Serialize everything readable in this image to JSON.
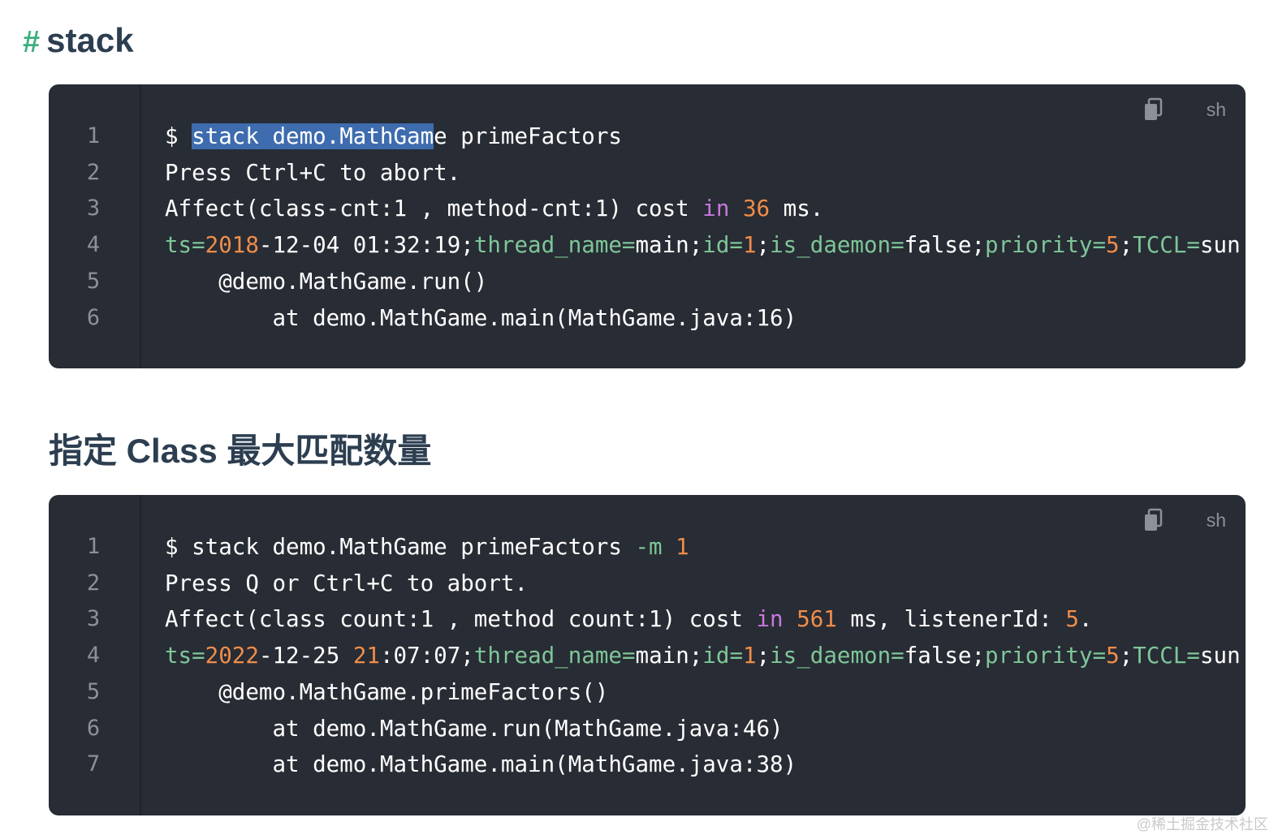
{
  "section_title": {
    "hash": "#",
    "text": "stack"
  },
  "subsection_title": "指定 Class 最大匹配数量",
  "code_block_1": {
    "language": "sh",
    "line_numbers": [
      "1",
      "2",
      "3",
      "4",
      "5",
      "6"
    ],
    "lines": [
      [
        {
          "t": "$ ",
          "c": ""
        },
        {
          "t": "stack demo.MathGam",
          "c": "sel"
        },
        {
          "t": "e primeFactors",
          "c": ""
        }
      ],
      [
        {
          "t": "Press Ctrl+C to abort.",
          "c": ""
        }
      ],
      [
        {
          "t": "Affect(class-cnt:1 , method-cnt:1) cost ",
          "c": ""
        },
        {
          "t": "in",
          "c": "kw"
        },
        {
          "t": " ",
          "c": ""
        },
        {
          "t": "36",
          "c": "num"
        },
        {
          "t": " ms.",
          "c": ""
        }
      ],
      [
        {
          "t": "ts=",
          "c": "var"
        },
        {
          "t": "2018",
          "c": "num"
        },
        {
          "t": "-12-04 01:32:19;",
          "c": ""
        },
        {
          "t": "thread_name=",
          "c": "var"
        },
        {
          "t": "main;",
          "c": ""
        },
        {
          "t": "id=",
          "c": "var"
        },
        {
          "t": "1",
          "c": "num"
        },
        {
          "t": ";",
          "c": ""
        },
        {
          "t": "is_daemon=",
          "c": "var"
        },
        {
          "t": "false;",
          "c": ""
        },
        {
          "t": "priority=",
          "c": "var"
        },
        {
          "t": "5",
          "c": "num"
        },
        {
          "t": ";",
          "c": ""
        },
        {
          "t": "TCCL=",
          "c": "var"
        },
        {
          "t": "sun.m",
          "c": ""
        }
      ],
      [
        {
          "t": "    @demo.MathGame.run()",
          "c": ""
        }
      ],
      [
        {
          "t": "        at demo.MathGame.main(MathGame.java:16)",
          "c": ""
        }
      ]
    ]
  },
  "code_block_2": {
    "language": "sh",
    "line_numbers": [
      "1",
      "2",
      "3",
      "4",
      "5",
      "6",
      "7"
    ],
    "lines": [
      [
        {
          "t": "$ stack demo.MathGame primeFactors ",
          "c": ""
        },
        {
          "t": "-m",
          "c": "var"
        },
        {
          "t": " ",
          "c": ""
        },
        {
          "t": "1",
          "c": "num"
        }
      ],
      [
        {
          "t": "Press Q or Ctrl+C to abort.",
          "c": ""
        }
      ],
      [
        {
          "t": "Affect(class count:1 , method count:1) cost ",
          "c": ""
        },
        {
          "t": "in",
          "c": "kw"
        },
        {
          "t": " ",
          "c": ""
        },
        {
          "t": "561",
          "c": "num"
        },
        {
          "t": " ms, listenerId: ",
          "c": ""
        },
        {
          "t": "5",
          "c": "num"
        },
        {
          "t": ".",
          "c": ""
        }
      ],
      [
        {
          "t": "ts=",
          "c": "var"
        },
        {
          "t": "2022",
          "c": "num"
        },
        {
          "t": "-12-25 ",
          "c": ""
        },
        {
          "t": "21",
          "c": "num"
        },
        {
          "t": ":07:07;",
          "c": ""
        },
        {
          "t": "thread_name=",
          "c": "var"
        },
        {
          "t": "main;",
          "c": ""
        },
        {
          "t": "id=",
          "c": "var"
        },
        {
          "t": "1",
          "c": "num"
        },
        {
          "t": ";",
          "c": ""
        },
        {
          "t": "is_daemon=",
          "c": "var"
        },
        {
          "t": "false;",
          "c": ""
        },
        {
          "t": "priority=",
          "c": "var"
        },
        {
          "t": "5",
          "c": "num"
        },
        {
          "t": ";",
          "c": ""
        },
        {
          "t": "TCCL=",
          "c": "var"
        },
        {
          "t": "sun.m",
          "c": ""
        }
      ],
      [
        {
          "t": "    @demo.MathGame.primeFactors()",
          "c": ""
        }
      ],
      [
        {
          "t": "        at demo.MathGame.run(MathGame.java:46)",
          "c": ""
        }
      ],
      [
        {
          "t": "        at demo.MathGame.main(MathGame.java:38)",
          "c": ""
        }
      ]
    ]
  },
  "watermark": "@稀土掘金技术社区",
  "icons": {
    "copy": "copy-icon"
  },
  "colors": {
    "code_bg": "#282c34",
    "keyword": "#c678dd",
    "number": "#f08d49",
    "variable": "#7ec699",
    "selection": "#3e6cae",
    "hash_accent": "#3eaf7c"
  }
}
